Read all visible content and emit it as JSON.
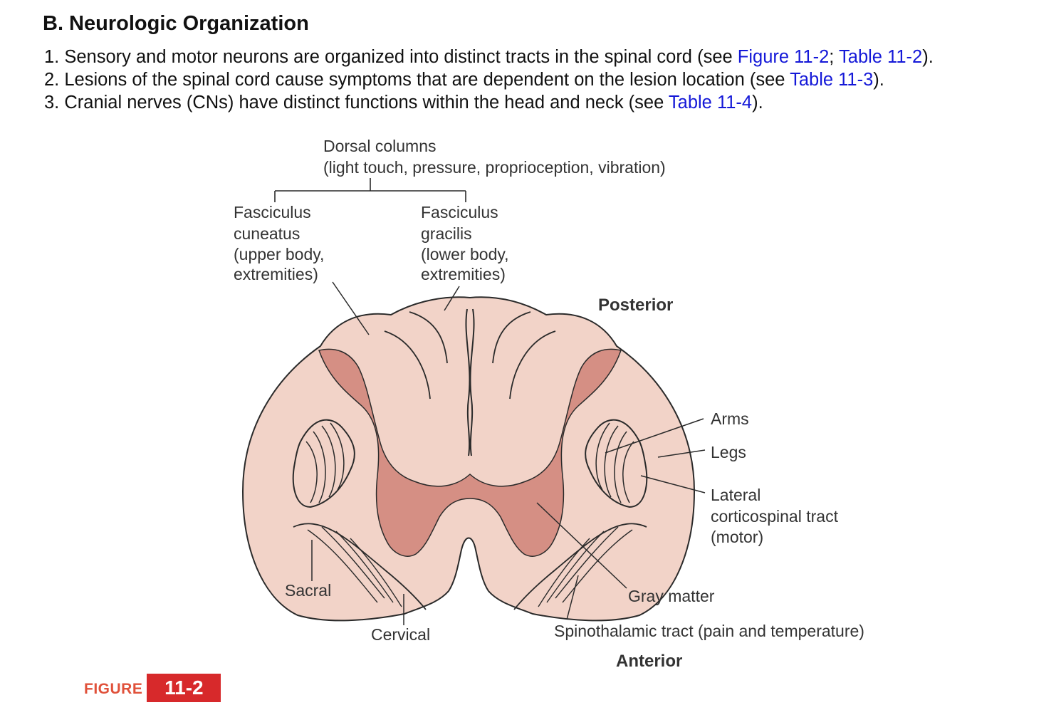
{
  "section": {
    "heading": "B. Neurologic Organization",
    "items": [
      {
        "text1": "1. Sensory and motor neurons are organized into distinct tracts in the spinal cord (see ",
        "link1": "Figure 11-2",
        "sep": "; ",
        "link2": "Table 11-2",
        "text2": ")."
      },
      {
        "text1": "2. Lesions of the spinal cord cause symptoms that are dependent on the lesion location (see ",
        "link1": "Table 11-3",
        "text2": ")."
      },
      {
        "text1": "3. Cranial nerves (CNs) have distinct functions within the head and neck (see ",
        "link1": "Table 11-4",
        "text2": ")."
      }
    ]
  },
  "figure": {
    "labels": {
      "dorsal_columns_1": "Dorsal columns",
      "dorsal_columns_2": "(light touch, pressure, proprioception, vibration)",
      "cuneatus_1": "Fasciculus",
      "cuneatus_2": "cuneatus",
      "cuneatus_3": "(upper body,",
      "cuneatus_4": "extremities)",
      "gracilis_1": "Fasciculus",
      "gracilis_2": "gracilis",
      "gracilis_3": "(lower body,",
      "gracilis_4": "extremities)",
      "posterior": "Posterior",
      "arms": "Arms",
      "legs": "Legs",
      "lateral_1": "Lateral",
      "lateral_2": "corticospinal tract",
      "lateral_3": "(motor)",
      "gray_matter": "Gray matter",
      "sacral": "Sacral",
      "cervical": "Cervical",
      "spinothalamic": "Spinothalamic tract (pain and temperature)",
      "anterior": "Anterior"
    },
    "caption_word": "FIGURE",
    "caption_number": "11-2",
    "colors": {
      "white_matter": "#f2d3c8",
      "gray_matter": "#d58f84",
      "outline": "#2a2a2a",
      "link": "#1418d8",
      "figure_tag": "#d7292b"
    }
  }
}
